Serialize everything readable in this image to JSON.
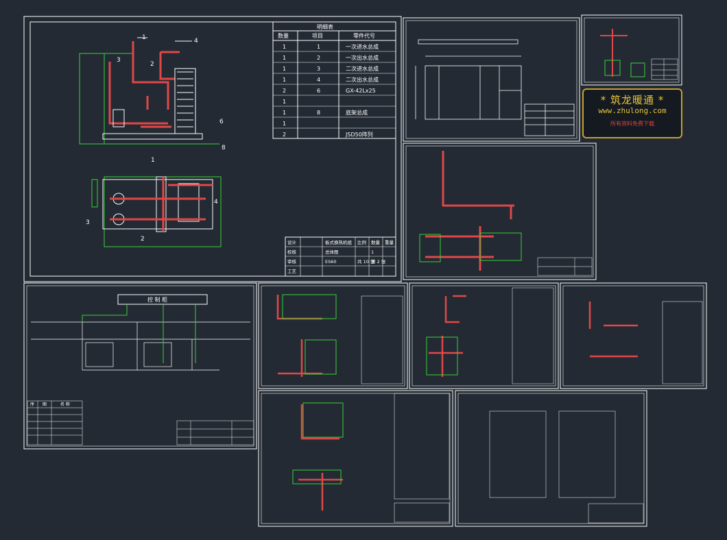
{
  "colors": {
    "background": "#232a33",
    "frame": "#ffffff",
    "pipe": "#e04848",
    "outline": "#3ad13a",
    "watermark": "#e6c43a"
  },
  "sheet1": {
    "parts_table": {
      "title": "明细表",
      "headers": [
        "数量",
        "项目",
        "零件代号"
      ],
      "rows": [
        [
          "1",
          "1",
          "一次进水总成"
        ],
        [
          "1",
          "2",
          "一次出水总成"
        ],
        [
          "1",
          "3",
          "二次进水总成"
        ],
        [
          "1",
          "4",
          "二次出水总成"
        ],
        [
          "2",
          "6",
          "GX-42Lx25"
        ],
        [
          "1",
          "",
          ""
        ],
        [
          "1",
          "8",
          "底架总成"
        ],
        [
          "1",
          "",
          ""
        ],
        [
          "2",
          "",
          "JSD50阵列"
        ]
      ]
    },
    "callouts": [
      "1",
      "2",
      "3",
      "4",
      "6",
      "8"
    ],
    "plan_callouts": [
      "1",
      "2",
      "3",
      "4"
    ],
    "title_block": {
      "rows": [
        [
          "设计",
          "板式换热机组",
          "比例",
          "数量",
          "重量"
        ],
        [
          "校核",
          "总体图",
          "",
          "1",
          ""
        ],
        [
          "审核",
          "ES60",
          "共 10 张",
          "第 2 张",
          ""
        ],
        [
          "工艺",
          "",
          "",
          "",
          ""
        ]
      ]
    }
  },
  "sheet_schematic": {
    "controller_label": "控 制 柜",
    "legend_title": [
      "序",
      "图",
      "名 称"
    ]
  },
  "watermark": {
    "title": "* 筑龙暖通 *",
    "url": "www.zhulong.com",
    "note": "所有资料免费下载"
  }
}
